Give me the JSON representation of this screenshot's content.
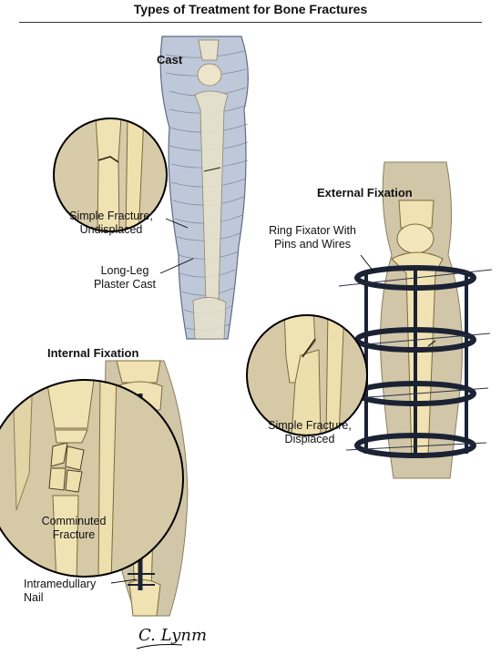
{
  "title": "Types of Treatment for Bone Fractures",
  "panels": {
    "cast": {
      "heading": "Cast",
      "inset_label_line1": "Simple Fracture,",
      "inset_label_line2": "Undisplaced",
      "callout_line1": "Long-Leg",
      "callout_line2": "Plaster Cast"
    },
    "external": {
      "heading": "External Fixation",
      "callout_line1": "Ring Fixator With",
      "callout_line2": "Pins and Wires",
      "inset_label_line1": "Simple Fracture,",
      "inset_label_line2": "Displaced"
    },
    "internal": {
      "heading": "Internal Fixation",
      "inset_label_line1": "Comminuted",
      "inset_label_line2": "Fracture",
      "callout_line1": "Intramedullary",
      "callout_line2": "Nail"
    }
  },
  "signature": "C. Lynm",
  "colors": {
    "skin": "#cfc3a7",
    "bone": "#efe2b4",
    "bone_outline": "#7a6a3a",
    "cast": "#b8c3d6",
    "metal": "#1b2233"
  }
}
